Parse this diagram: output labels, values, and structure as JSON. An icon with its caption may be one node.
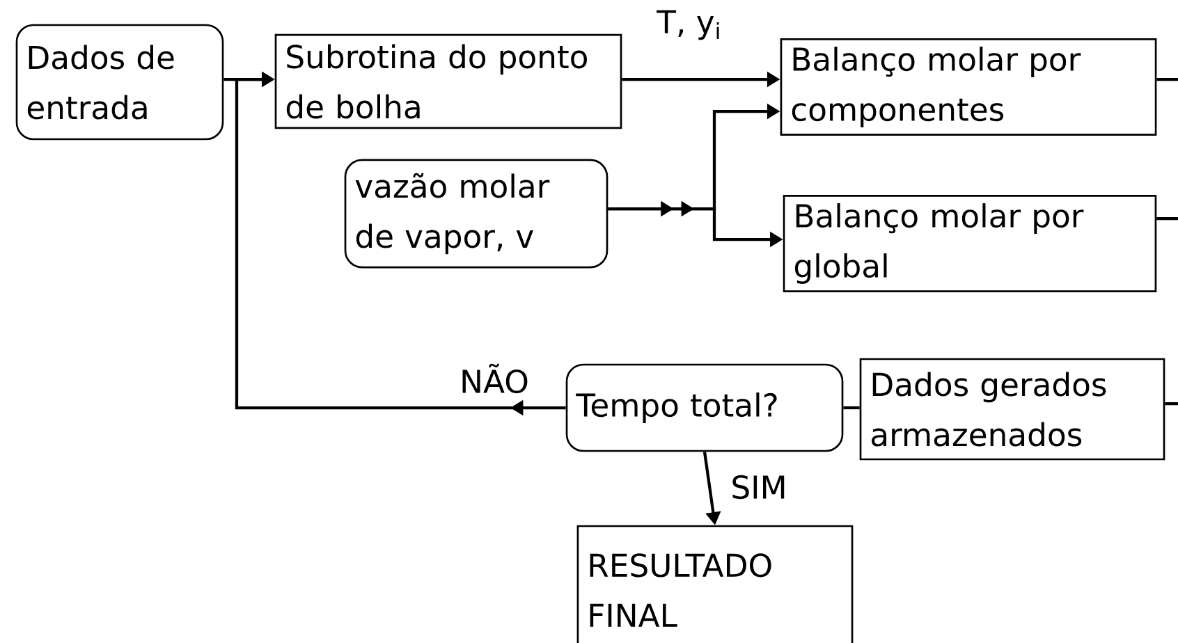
{
  "diagram": {
    "nodes": [
      {
        "text": [
          "Dados de entrada"
        ]
      },
      {
        "text": [
          "Subrotina do ponto de bolha"
        ]
      },
      {
        "text": [
          "Balanço molar por componentes"
        ]
      },
      {
        "text": [
          "vazão molar de vapor, v"
        ]
      },
      {
        "text": [
          "Balanço molar por global"
        ]
      },
      {
        "text": [
          "Tempo total?"
        ]
      },
      {
        "text": [
          "Dados gerados armazenados"
        ]
      },
      {
        "text": [
          "RESULTADO FINAL"
        ]
      }
    ],
    "edges": [
      {
        "from": 0,
        "to": 1,
        "arrow": "to"
      },
      {
        "from": 1,
        "to": 2,
        "arrow": "to",
        "label": "T, y$_{i}$"
      },
      {
        "from": 3,
        "to": 2,
        "arrow": "to"
      },
      {
        "from": 3,
        "to": 4,
        "arrow": "to"
      },
      {
        "from": 2,
        "to": null,
        "arrow": "none"
      },
      {
        "from": 4,
        "to": null,
        "arrow": "none"
      },
      {
        "from": 6,
        "to": null,
        "arrow": "none"
      },
      {
        "from": 6,
        "to": 5,
        "arrow": "none"
      },
      {
        "from": 5,
        "to": 1,
        "arrow": "to",
        "label": "NÃO"
      },
      {
        "from": 5,
        "to": 7,
        "arrow": "to",
        "label": "SIM"
      }
    ]
  }
}
